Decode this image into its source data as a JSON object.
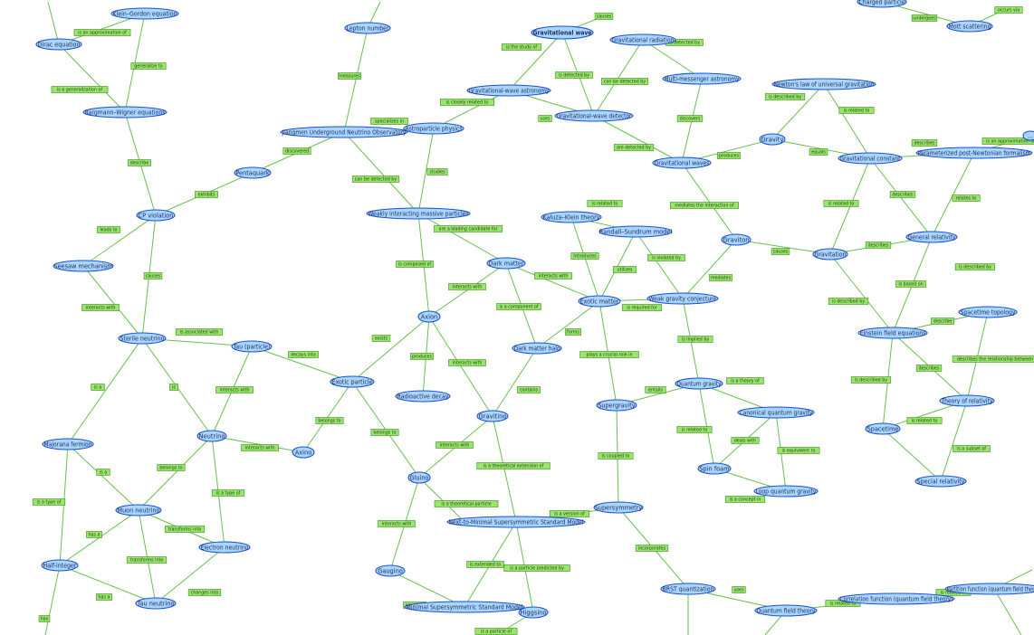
{
  "nodes": {
    "charged_particle": "Charged particle",
    "klein_gordon": "Klein–Gordon equation",
    "dirac": "Dirac equation",
    "bargmann_wigner": "Bargmann–Wigner equations",
    "lepton_number": "Lepton number",
    "gravitational_wave": "Gravitational wave",
    "gravitational_radiation": "Gravitational radiation",
    "mott_scattering": "Mott scattering",
    "gw_astronomy": "Gravitational-wave astronomy",
    "multi_messenger": "Multi-messenger astronomy",
    "newtons_law": "Newton's law of universal gravitation",
    "gangmen": "Jiangmen Underground Neutrino Observatory",
    "astroparticle": "Astroparticle physics",
    "gw_detector": "Gravitational-wave detector",
    "pentaquark": "Pentaquark",
    "gravity": "Gravity",
    "gravitational_constant": "Gravitational constant",
    "ppn": "Parameterized post-Newtonian formalism",
    "gravitational_waves": "Gravitational waves",
    "cp_violation": "CP violation",
    "wimp": "Weakly interacting massive particles",
    "kaluza_klein": "Kaluza–Klein theory",
    "randall_sundrum": "Randall–Sundrum model",
    "graviton": "Graviton",
    "gravitation": "Gravitation",
    "general_relativity": "General relativity",
    "seesaw": "Seesaw mechanism",
    "dark_matter": "Dark matter",
    "exotic_matter": "Exotic matter",
    "weak_gravity": "Weak gravity conjecture",
    "spacetime_topology": "Spacetime topology",
    "axion": "Axion",
    "sterile_neutrino": "Sterile neutrino",
    "einstein_field": "Einstein field equations",
    "tau_particle": "Tau (particle)",
    "dark_matter_halo": "Dark matter halo",
    "exotic_particle": "Exotic particle",
    "quantum_gravity": "Quantum gravity",
    "radioactive_decay": "Radioactive decay",
    "supergravity": "Supergravity",
    "canonical_qg": "Canonical quantum gravity",
    "theory_of_relativity": "Theory of relativity",
    "gravitino": "Gravitino",
    "neutrino": "Neutrino",
    "spacetime": "Spacetime",
    "majorana": "Majorana fermion",
    "axino": "Axino",
    "gluino": "Gluino",
    "spin_foam": "Spin foam",
    "special_relativity": "Special relativity",
    "loop_qg": "Loop quantum gravity",
    "muon_neutrino": "Muon neutrino",
    "supersymmetry": "Supersymmetry",
    "nmssm": "Next-to-Minimal Supersymmetric Standard Model",
    "electron_neutrino": "Electron neutrino",
    "half_integer": "Half-integer",
    "gaugino": "Gaugino",
    "brst": "BRST quantization",
    "partition_function": "Partition function (quantum field theory)",
    "correlation_function": "Correlation function (quantum field theory)",
    "tau_neutrino": "Tau neutrino",
    "mssm": "Minimal Supersymmetric Standard Model",
    "higgsino": "Higgsino",
    "quantum_field_theory": "Quantum field theory",
    "partial_node": "..."
  },
  "edge_labels": {
    "undergoes": "undergoes",
    "occurs_via": "occurs via",
    "is_an_approximation_of": "is an approximation of",
    "generalize_to": "generalize to",
    "is_a_generalization_of": "is a generalization of",
    "measures": "measures",
    "causes_gw": "causes",
    "is_the_study_of": "is the study of",
    "is_detected_by_rad": "is detected by",
    "is_detected_by_gw": "is detected by",
    "can_be_detected_by": "can be detected by",
    "is_closely_related_to": "is closely related to",
    "specializes_in": "specializes in",
    "uses": "uses",
    "discovered": "discovered",
    "discovers": "discovers",
    "are_detected_by": "are detected by",
    "produces_gravity": "produces",
    "is_described_by_newton": "is described by",
    "is_related_to_grav": "is related to",
    "equals": "equals",
    "describes_ppn": "describes",
    "is_an_approximation_ppn": "is an approximation of",
    "describe_gc": "describes",
    "relates_to": "relates to",
    "studies": "studies",
    "can_be_detected_by_wimp": "can be detected by",
    "exhibits": "exhibits",
    "describe_cp": "describe",
    "leads_to": "leads to",
    "causes_cp": "causes",
    "is_related_to_kk": "is related to",
    "mediates": "mediates the interaction of",
    "is_related_to_gr": "is related to",
    "causes_graviton": "causes",
    "describes_gravitation": "describes",
    "are_a_leading_candidate": "are a leading candidate for",
    "is_composed_of": "is composed of",
    "interacts_with_dm": "interacts with",
    "introduces": "introduces",
    "utilizes": "utilizes",
    "is_violated_by": "is violated by",
    "interacts_with_exotic": "interacts with",
    "mediates_wgc": "mediates",
    "is_required_for": "is required for",
    "is_described_by_gr": "is described by",
    "is_based_on": "is based on",
    "is_described_by_efe": "is described by",
    "describe_top": "describe",
    "describes_the_relationship": "describes the relationship between",
    "is_a_component_of": "is a component of",
    "forms": "forms",
    "interacts_with_seesaw": "interacts with",
    "is_associated_with": "is associated with",
    "decays_into": "decays into",
    "plays_a_crucial_role": "plays a crucial role in",
    "is_implied_by": "is implied by",
    "exists": "exists",
    "produces_axion": "produces",
    "interacts_with_axion": "interacts with",
    "contains_halo": "contains",
    "is_a_theory_of": "is a theory of",
    "entails": "entails",
    "is_described_by_st": "is described by",
    "describes_efe": "describes",
    "is_related_to_st": "is related to",
    "is_a_subset_of": "is a subset of",
    "is_a_sterile": "is a",
    "is_neut": "is",
    "interacts_with_tau": "interacts with",
    "interacts_with_axino": "interacts with",
    "belongs_to_axino": "belongs to",
    "belongs_to_gluino": "belongs to",
    "interacts_with_gravitino": "interacts with",
    "is_a_theoretical_extension": "is a theoretical extension of",
    "is_related_to_qg": "is related to",
    "deals_with": "deals with",
    "is_equivalent_to": "is equivalent to",
    "is_coupled_to": "is coupled to",
    "is_a_type_of_maj": "is a type of",
    "is_a_muon": "is a",
    "belongs_to_neut": "belongs to",
    "is_a_type_of_neut": "is a type of",
    "is_a_concept_in": "is a concept in",
    "is_a_theoretical_particle": "is a theoretical particle",
    "is_a_version_of": "is a version of",
    "transforms_into_e": "transforms into",
    "has_a_half": "has a",
    "transforms_into_tau": "transforms into",
    "incorporates": "incorporates",
    "interacts_with_gaugino": "interacts with",
    "is_extended_to": "is extended to",
    "is_a_particle_predicted_by": "is a particle predicted by",
    "uses_qft": "uses",
    "is_related_to_cf": "is related to",
    "changes_into": "changes into",
    "has_a_tau": "has a",
    "contains_mssm": "contains",
    "has_half": "has",
    "is_a_particle_of": "is a particle of"
  }
}
